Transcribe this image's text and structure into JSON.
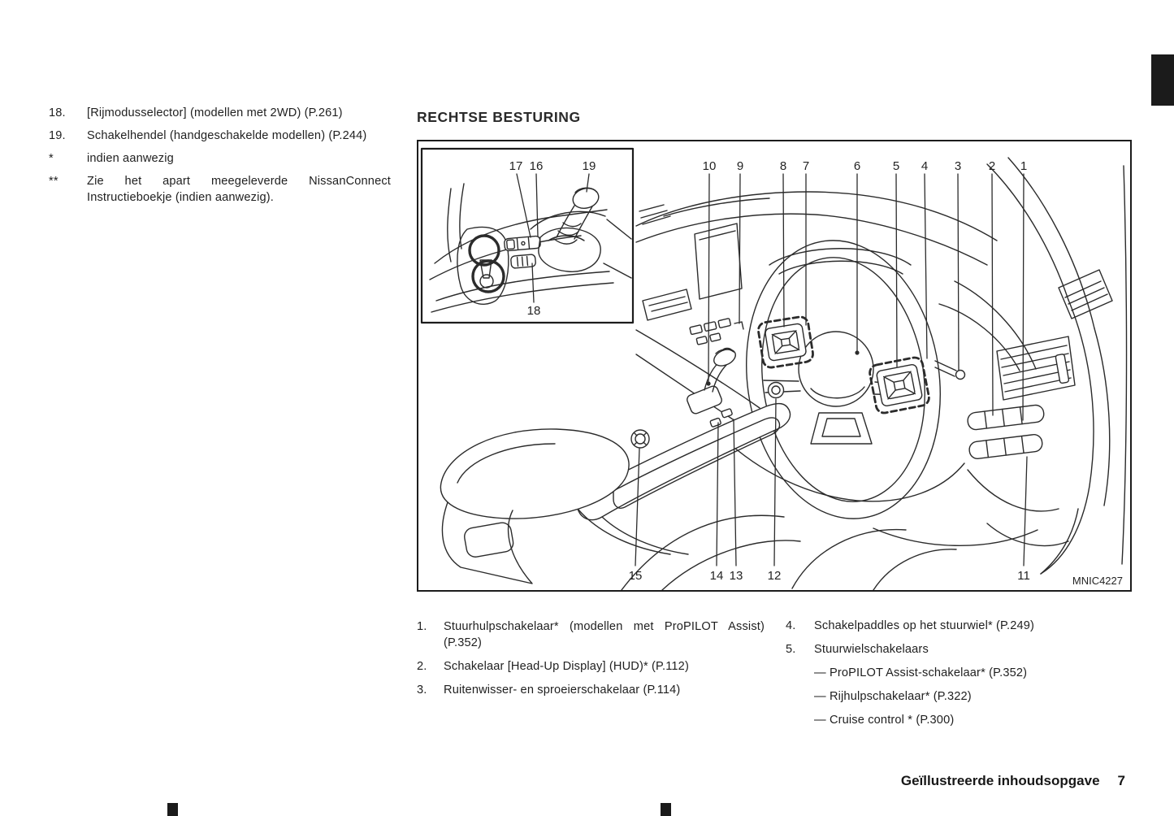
{
  "left_column": {
    "items": [
      {
        "num": "18.",
        "text": "[Rijmodusselector] (modellen met 2WD) (P.261)"
      },
      {
        "num": "19.",
        "text": "Schakelhendel (handgeschakelde modellen) (P.244)"
      },
      {
        "num": "*",
        "text": "indien aanwezig"
      },
      {
        "num": "**",
        "text": "Zie het apart meegeleverde NissanConnect Instructieboekje (indien aanwezig)."
      }
    ]
  },
  "section_heading": "RECHTSE BESTURING",
  "diagram": {
    "image_code": "MNIC4227",
    "callouts_top": [
      "10",
      "9",
      "8",
      "7",
      "6",
      "5",
      "4",
      "3",
      "2",
      "1"
    ],
    "callouts_bottom": [
      "15",
      "14",
      "13",
      "12",
      "11"
    ],
    "inset_callouts": [
      "17",
      "16",
      "19",
      "18"
    ]
  },
  "legend_left": [
    {
      "num": "1.",
      "text": "Stuurhulpschakelaar* (modellen met ProPILOT Assist) (P.352)"
    },
    {
      "num": "2.",
      "text": "Schakelaar [Head-Up Display] (HUD)* (P.112)"
    },
    {
      "num": "3.",
      "text": "Ruitenwisser- en sproeierschakelaar (P.114)"
    }
  ],
  "legend_right": [
    {
      "num": "4.",
      "text": "Schakelpaddles op het stuurwiel* (P.249)"
    },
    {
      "num": "5.",
      "text": "Stuurwielschakelaars",
      "subitems": [
        "— ProPILOT Assist-schakelaar* (P.352)",
        "— Rijhulpschakelaar* (P.322)",
        "— Cruise control * (P.300)"
      ]
    }
  ],
  "footer": {
    "title": "Geïllustreerde inhoudsopgave",
    "page_number": "7"
  }
}
